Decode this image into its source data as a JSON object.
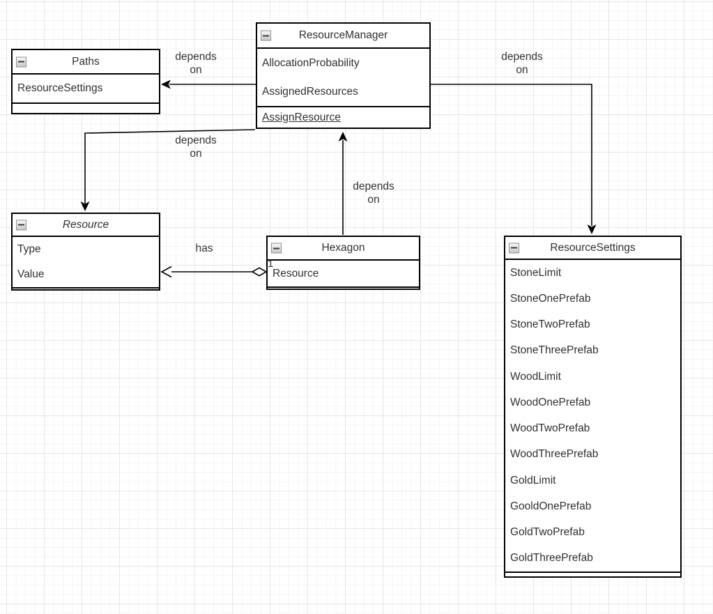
{
  "canvas": {
    "background_color": "#ffffff",
    "grid_minor_color": "#f4f4f4",
    "grid_major_color": "#e6e6e6",
    "stroke_color": "#000000",
    "text_color": "#333333"
  },
  "icons": {
    "collapse": "minus-square"
  },
  "nodes": [
    {
      "name": "paths",
      "title": "Paths",
      "fields": [
        "ResourceSettings"
      ],
      "methods": []
    },
    {
      "name": "resource-manager",
      "title": "ResourceManager",
      "fields": [
        "AllocationProbability",
        "AssignedResources"
      ],
      "methods": [
        "AssignResource"
      ]
    },
    {
      "name": "resource",
      "title": "Resource",
      "abstract": true,
      "fields": [
        "Type",
        "Value"
      ],
      "methods": []
    },
    {
      "name": "hexagon",
      "title": "Hexagon",
      "fields": [
        "Resource"
      ],
      "methods": []
    },
    {
      "name": "resource-settings",
      "title": "ResourceSettings",
      "fields": [
        "StoneLimit",
        "StoneOnePrefab",
        "StoneTwoPrefab",
        "StoneThreePrefab",
        "WoodLimit",
        "WoodOnePrefab",
        "WoodTwoPrefab",
        "WoodThreePrefab",
        "GoldLimit",
        "GooldOnePrefab",
        "GoldTwoPrefab",
        "GoldThreePrefab"
      ],
      "methods": []
    }
  ],
  "edges": [
    {
      "name": "resourcemanager-depends-on-paths",
      "label": "depends\non"
    },
    {
      "name": "resourcemanager-depends-on-resource",
      "label": "depends\non"
    },
    {
      "name": "hexagon-depends-on-resourcemanager",
      "label": "depends\non"
    },
    {
      "name": "resourcemanager-depends-on-resourcesettings",
      "label": "depends\non"
    },
    {
      "name": "hexagon-has-resource",
      "label": "has",
      "source_multiplicity": "1"
    }
  ]
}
